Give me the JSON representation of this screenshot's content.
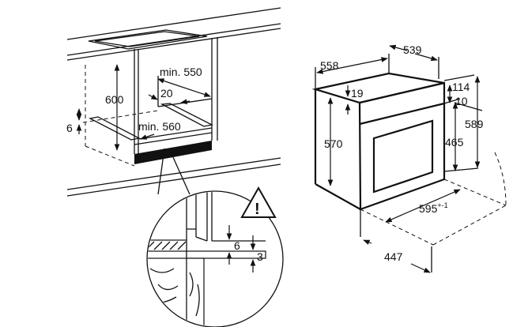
{
  "cabinet": {
    "height": "600",
    "gap_side": "6",
    "depth_min": "min. 550",
    "rear_gap": "20",
    "width_min": "min. 560"
  },
  "detail": {
    "gap_top": "6",
    "gap_bottom": "3",
    "warning_symbol": "!"
  },
  "oven": {
    "depth_total": "558",
    "depth_body": "539",
    "top_offset": "19",
    "body_height": "570",
    "panel_height": "114",
    "panel_gap": "10",
    "front_height": "589",
    "door_height": "465",
    "front_width": "595",
    "front_width_tolerance": "+-1",
    "door_swing": "447"
  }
}
